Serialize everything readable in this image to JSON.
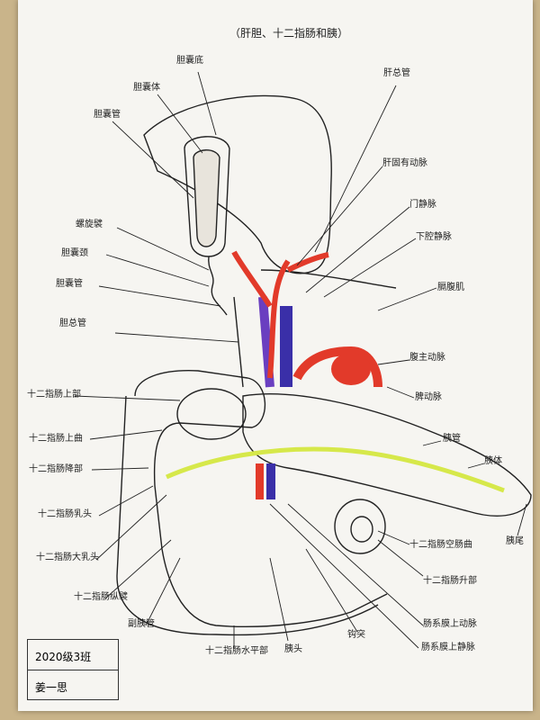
{
  "title": "（肝胆、十二指肠和胰）",
  "labels": {
    "l01": "胆囊底",
    "l02": "胆囊体",
    "l03": "胆囊管",
    "l04": "肝总管",
    "l05": "肝固有动脉",
    "l06": "门静脉",
    "l07": "下腔静脉",
    "l08": "膈腹肌",
    "l09": "腹主动脉",
    "l10": "脾动脉",
    "l11": "胰管",
    "l12": "胰体",
    "l13": "胰尾",
    "l14": "螺旋襞",
    "l15": "胆囊颈",
    "l16": "胆囊管",
    "l17": "胆总管",
    "l18": "十二指肠上部",
    "l19": "十二指肠上曲",
    "l20": "十二指肠降部",
    "l21": "十二指肠乳头",
    "l22": "十二指肠大乳头",
    "l23": "十二指肠纵襞",
    "l24": "副胰管",
    "l25": "十二指肠水平部",
    "l26": "胰头",
    "l27": "钩突",
    "l28": "肠系膜上静脉",
    "l29": "肠系膜上动脉",
    "l30": "十二指肠升部",
    "l31": "十二指肠空肠曲"
  },
  "footer": {
    "line1": "2020级3班",
    "line2": "姜一思"
  },
  "colors": {
    "artery": "#e23a2a",
    "vein": "#3a2fa8",
    "portal": "#6a3fc0",
    "duct": "#d6e84a",
    "ink": "#222222",
    "paper": "#f6f5f1"
  }
}
